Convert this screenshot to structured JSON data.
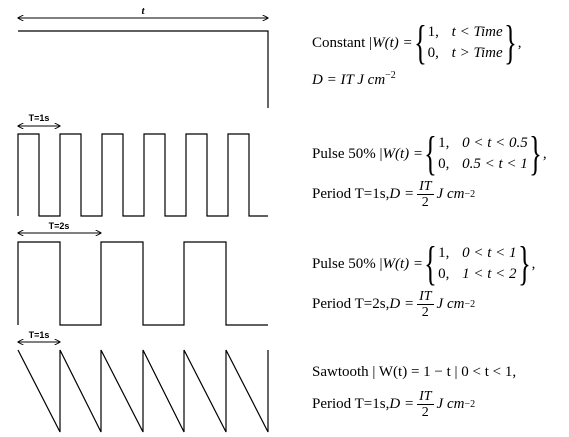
{
  "labels": {
    "t": "t",
    "period1": "T=1s",
    "period2": "T=2s",
    "period3": "T=1s"
  },
  "constant": {
    "prefix": "Constant | ",
    "func": "W(t) = ",
    "case1_val": "1,",
    "case1_cond": "t < Time",
    "case2_val": "0,",
    "case2_cond": "t > Time",
    "tail": ",",
    "dose": "D = IT J cm",
    "dose_exp": "−2"
  },
  "pulse1": {
    "prefix": "Pulse 50% | ",
    "func": "W(t) = ",
    "case1_val": "1,",
    "case1_cond": "0 < t < 0.5",
    "case2_val": "0,",
    "case2_cond": "0.5 < t < 1",
    "tail": ",",
    "period": "Period T=1s, ",
    "dose_lhs": "D = ",
    "dose_num": "IT",
    "dose_den": "2",
    "dose_unit": "J cm",
    "dose_exp": "−2"
  },
  "pulse2": {
    "prefix": "Pulse 50% | ",
    "func": "W(t) = ",
    "case1_val": "1,",
    "case1_cond": "0 < t < 1",
    "case2_val": "0,",
    "case2_cond": "1 < t < 2",
    "tail": ",",
    "period": "Period T=2s, ",
    "dose_lhs": "D = ",
    "dose_num": "IT",
    "dose_den": "2",
    "dose_unit": "J cm",
    "dose_exp": "−2"
  },
  "sawtooth": {
    "line1": "Sawtooth | W(t) = 1 − t | 0 < t < 1,",
    "period": "Period T=1s, ",
    "dose_lhs": "D = ",
    "dose_num": "IT",
    "dose_den": "2",
    "dose_unit": "J cm",
    "dose_exp": "−2"
  }
}
